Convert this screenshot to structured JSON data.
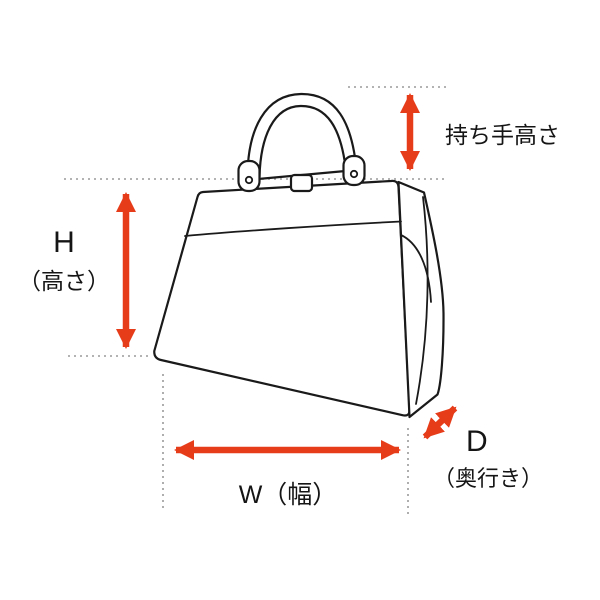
{
  "diagram": {
    "subject": "bag-measurement-guide",
    "labels": {
      "handle_height": "持ち手高さ",
      "height_abbr": "H",
      "height_name": "（高さ）",
      "width": "W（幅）",
      "depth_abbr": "D",
      "depth_name": "（奥行き）"
    },
    "colors": {
      "arrow": "#e63c1a",
      "line": "#1a1a1a",
      "guide": "#9a9a9a"
    }
  }
}
